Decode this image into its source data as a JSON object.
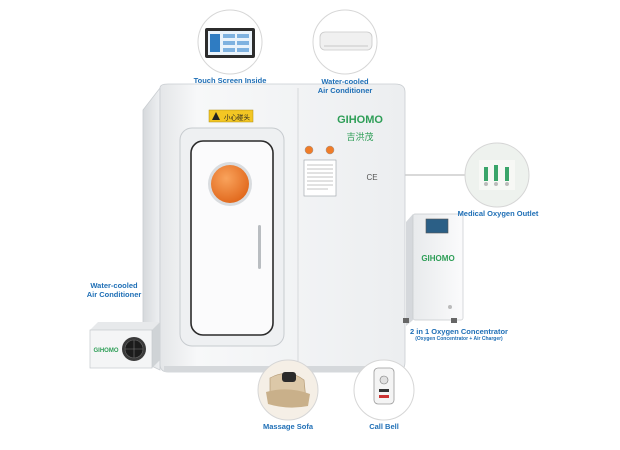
{
  "brand": {
    "name": "GIHOMO",
    "name_cn": "吉洪茂",
    "warning_sign": "小心碰头",
    "ce_mark": "CE"
  },
  "features": [
    {
      "label": "Touch Screen Inside",
      "icon": "touch-screen-icon"
    },
    {
      "label": "Water-cooled\nAir Conditioner",
      "icon": "air-conditioner-icon"
    },
    {
      "label": "Medical Oxygen Outlet",
      "icon": "oxygen-outlet-icon"
    },
    {
      "label": "Water-cooled\nAir Conditioner",
      "icon": "outdoor-unit-icon"
    },
    {
      "label": "2 in 1 Oxygen Concentrator",
      "sublabel": "(Oxygen Concentrator + Air Charger)",
      "icon": "oxygen-concentrator-icon"
    },
    {
      "label": "Massage Sofa",
      "icon": "massage-sofa-icon"
    },
    {
      "label": "Call Bell",
      "icon": "call-bell-icon"
    }
  ],
  "colors": {
    "label": "#1f6fb6",
    "brand_green": "#2e9e57",
    "porthole": "#f07c28",
    "warning_yellow": "#f3c623",
    "cabin_body": "#f2f3f4",
    "callout_line": "#9a9a9a"
  }
}
